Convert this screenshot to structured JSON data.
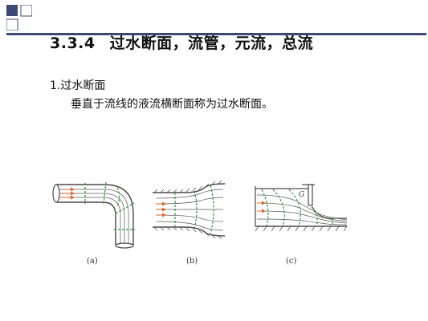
{
  "heading": {
    "number": "3.3.4",
    "text": "过水断面，流管，元流，总流"
  },
  "subheading": "1.过水断面",
  "definition": "垂直于流线的液流横断面称为过水断面。",
  "figure": {
    "captions": [
      "(a)",
      "(b)",
      "(c)"
    ],
    "label_g": "G"
  },
  "colors": {
    "deco_square": "#3a4a75",
    "deco_line": "#3a4a75",
    "pipe_outline": "#4a4a4a",
    "streamline": "#5a5a5a",
    "section_line": "#2a9a3a",
    "arrow": "#e06020"
  }
}
